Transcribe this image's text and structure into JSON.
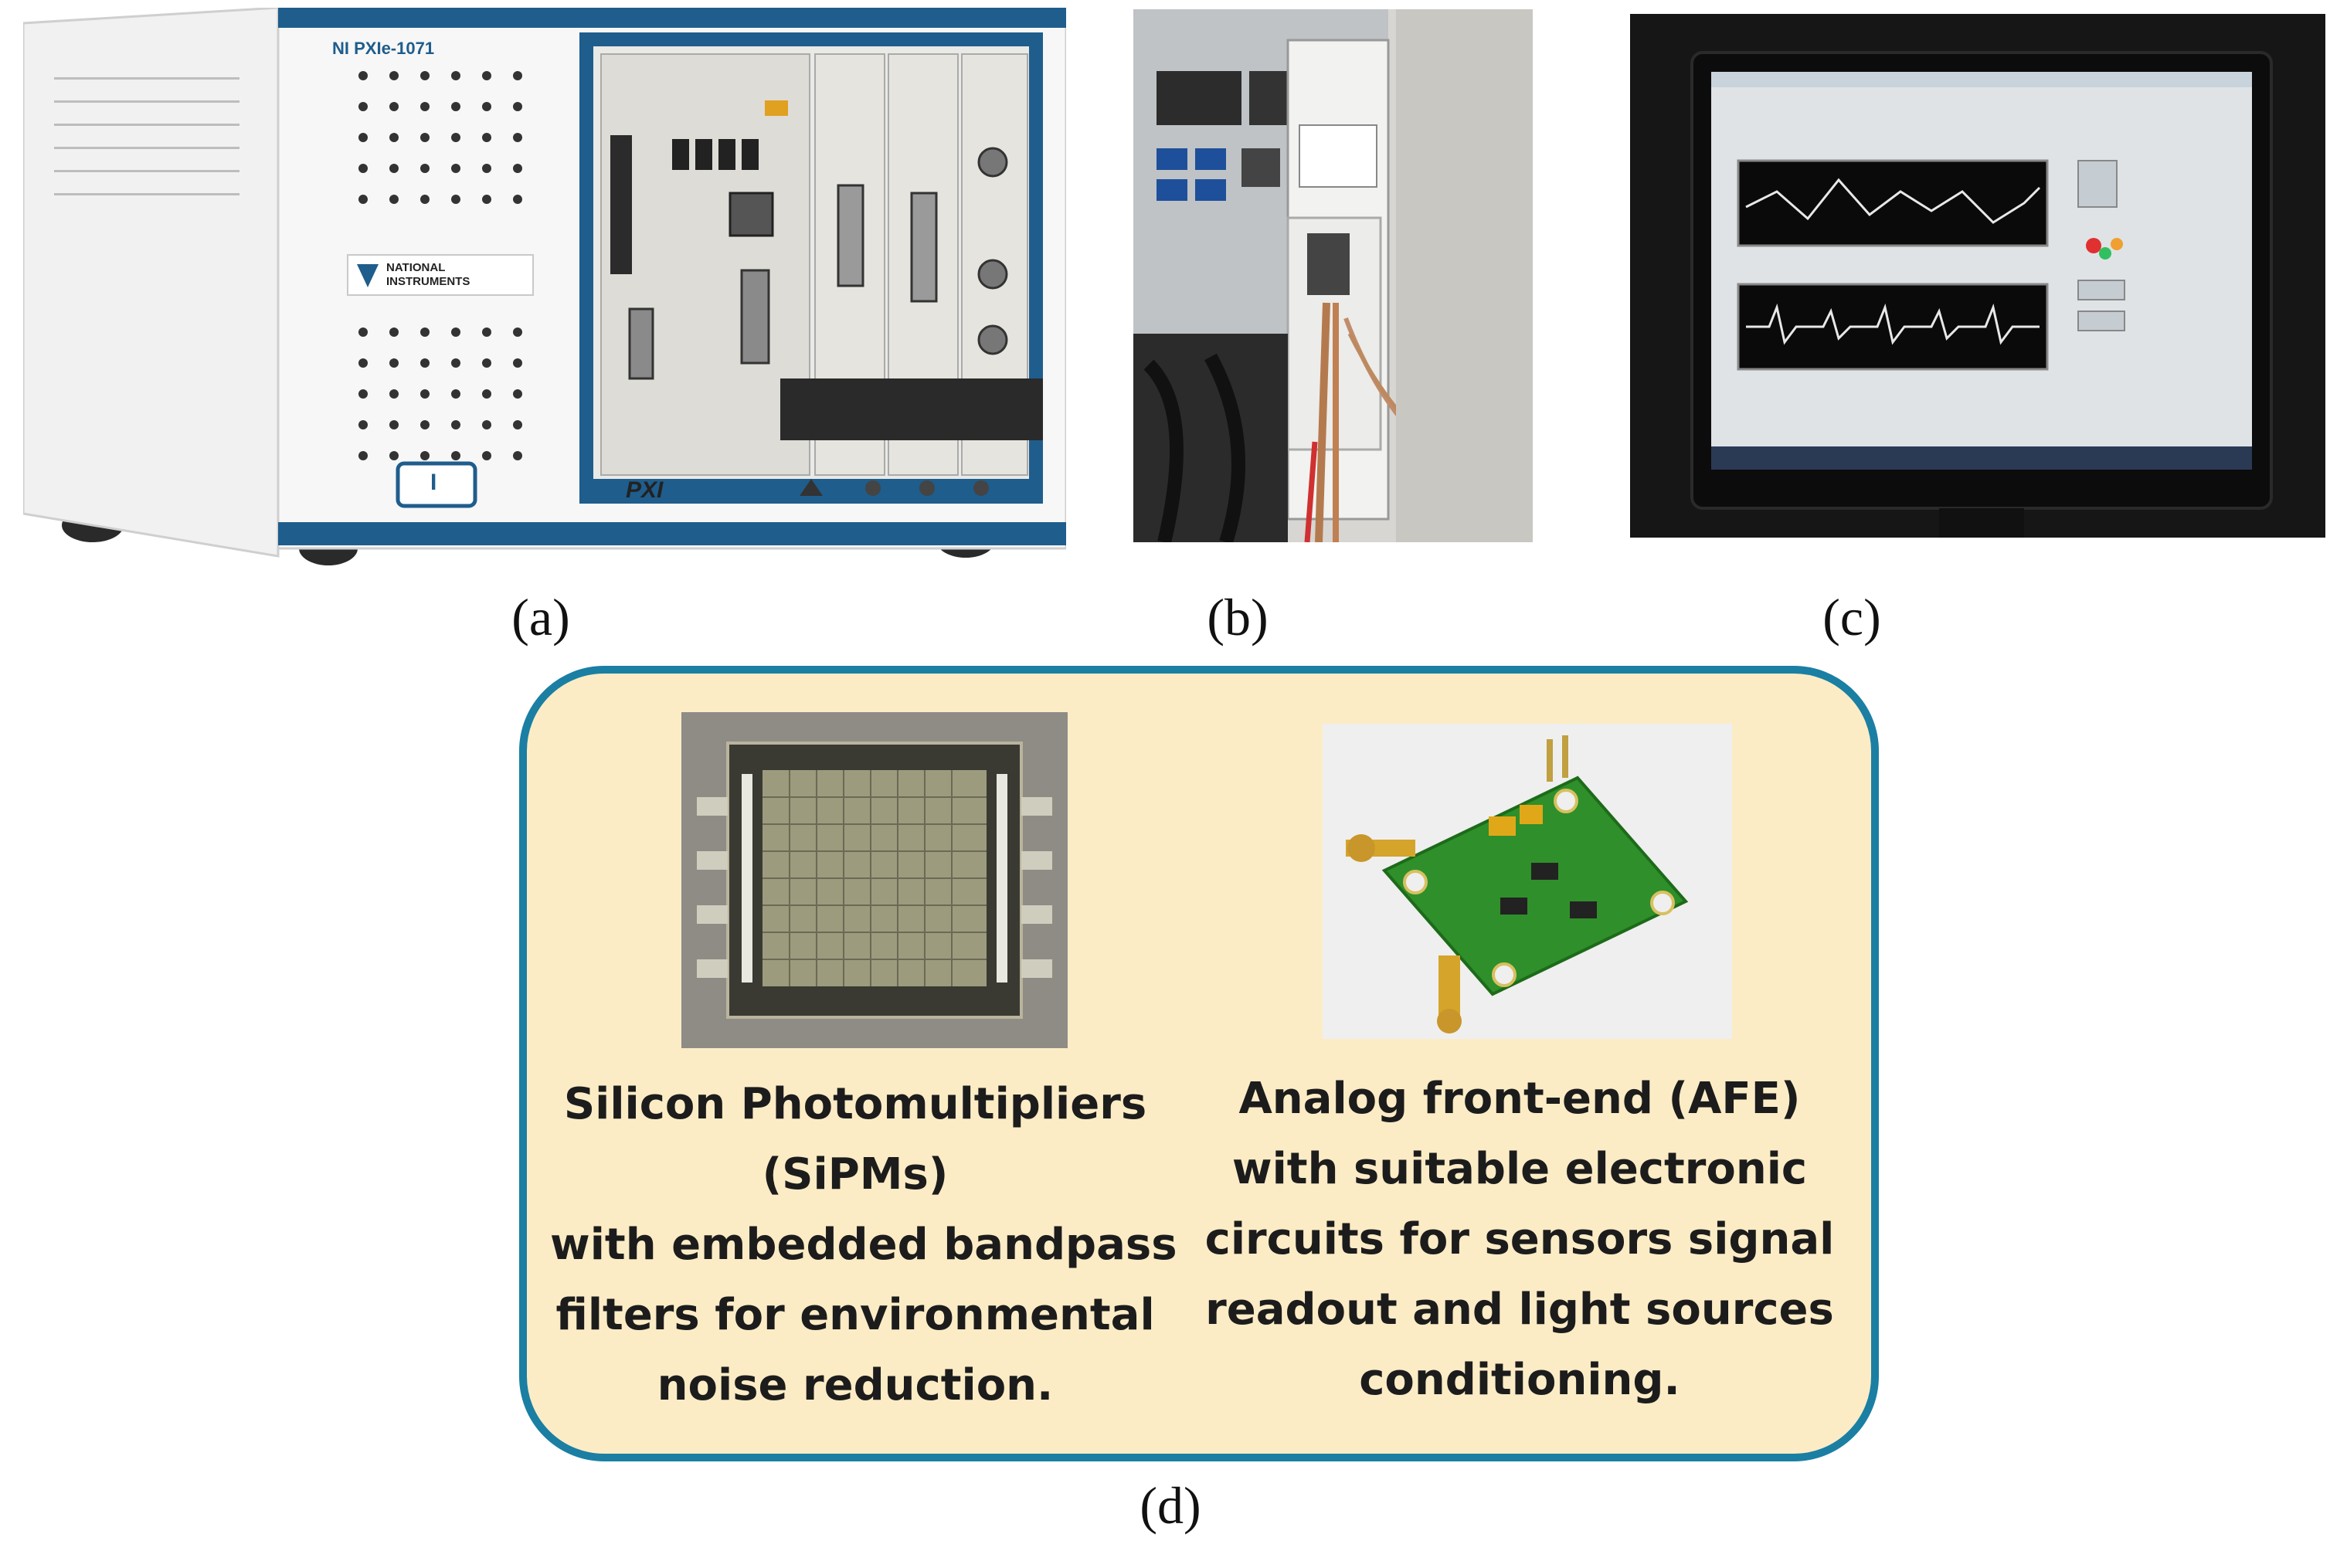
{
  "captions": {
    "a": "(a)",
    "b": "(b)",
    "c": "(c)",
    "d": "(d)"
  },
  "panel_d": {
    "sipm_text": [
      "Silicon Photomultipliers",
      "(SiPMs)",
      "with embedded bandpass",
      "filters for environmental",
      "noise reduction."
    ],
    "afe_text": [
      "Analog front-end (AFE)",
      "with suitable electronic",
      "circuits for sensors signal",
      "readout and light sources",
      "conditioning."
    ]
  },
  "chassis": {
    "model_label": "NI PXIe-1071",
    "logo_text": "NATIONAL INSTRUMENTS",
    "front_mark": "PXI",
    "power_button": "I"
  },
  "colors": {
    "panel_d_border": "#1a7fa3",
    "panel_d_fill": "#fcecc6",
    "chassis_accent": "#1f5d8c",
    "pcb_green": "#2f8f2a"
  }
}
